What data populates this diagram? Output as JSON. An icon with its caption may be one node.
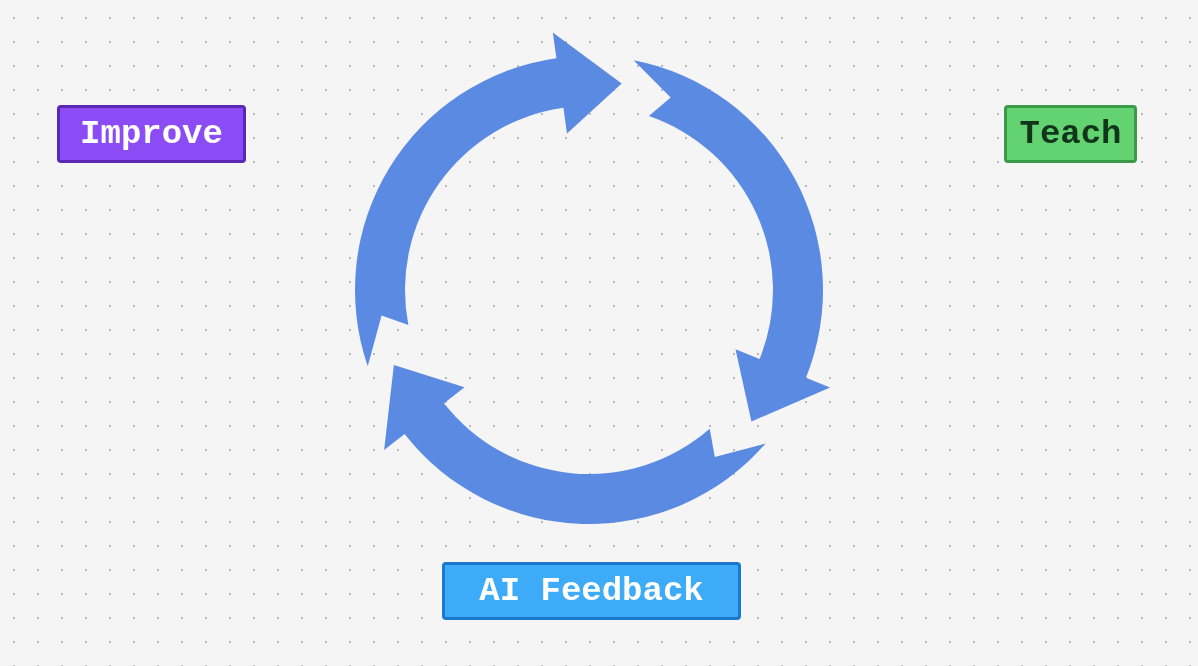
{
  "diagram": {
    "nodes": [
      {
        "text": [
          "Improve"
        ]
      },
      {
        "text": [
          "Teach"
        ]
      },
      {
        "text": [
          "AI Feedback"
        ]
      }
    ]
  }
}
